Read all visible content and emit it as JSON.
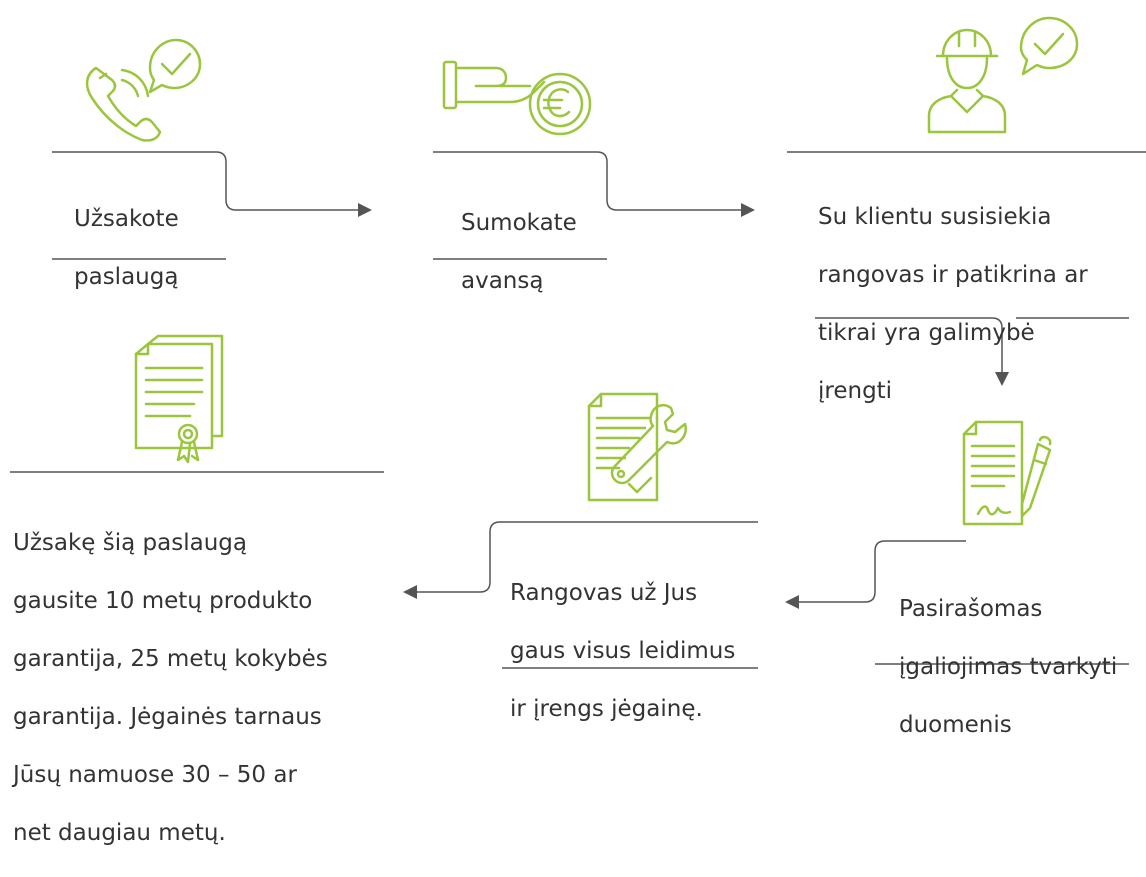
{
  "diagram": {
    "accent_color": "#9bc53d",
    "line_color": "#555555",
    "text_color": "#333333",
    "steps": [
      {
        "id": 1,
        "icon": "phone-check-icon",
        "lines": [
          "Užsakote",
          "paslaugą"
        ]
      },
      {
        "id": 2,
        "icon": "hand-euro-coin-icon",
        "lines": [
          "Sumokate",
          "avansą"
        ]
      },
      {
        "id": 3,
        "icon": "contractor-check-icon",
        "lines": [
          "Su klientu susisiekia",
          "rangovas ir patikrina ar",
          "tikrai yra galimybė",
          "įrengti"
        ]
      },
      {
        "id": 4,
        "icon": "document-sign-icon",
        "lines": [
          "Pasirašomas",
          "įgaliojimas tvarkyti",
          "duomenis"
        ]
      },
      {
        "id": 5,
        "icon": "document-wrench-icon",
        "lines": [
          "Rangovas už Jus",
          "gaus visus leidimus",
          "ir įrengs jėgainę."
        ]
      },
      {
        "id": 6,
        "icon": "certificate-icon",
        "lines": [
          "Užsakę šią paslaugą",
          "gausite 10 metų produkto",
          "garantija, 25 metų kokybės",
          "garantija. Jėgainės tarnaus",
          "Jūsų namuose 30 – 50 ar",
          "net daugiau metų."
        ]
      }
    ]
  }
}
